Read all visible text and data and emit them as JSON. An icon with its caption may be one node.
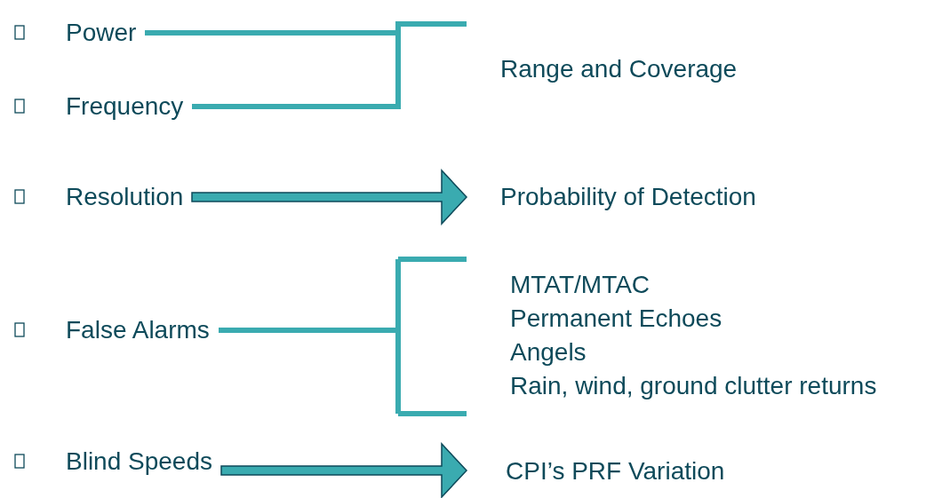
{
  "diagram": {
    "nodes": [
      {
        "text": [
          "Power"
        ]
      },
      {
        "text": [
          "Frequency"
        ]
      },
      {
        "text": [
          "Range and Coverage"
        ]
      },
      {
        "text": [
          "Resolution"
        ]
      },
      {
        "text": [
          "Probability of Detection"
        ]
      },
      {
        "text": [
          "False Alarms"
        ]
      },
      {
        "text": [
          "MTAT/MTAC",
          "Permanent Echoes",
          "Angels",
          "Rain, wind, ground clutter returns"
        ]
      },
      {
        "text": [
          "Blind Speeds"
        ]
      },
      {
        "text": [
          "CPI’s PRF Variation"
        ]
      }
    ],
    "edges": [
      {
        "from": 0,
        "to": 2,
        "arrow": "none"
      },
      {
        "from": 1,
        "to": 2,
        "arrow": "none"
      },
      {
        "from": 3,
        "to": 4,
        "arrow": "to"
      },
      {
        "from": 5,
        "to": 6,
        "arrow": "none"
      },
      {
        "from": 7,
        "to": 8,
        "arrow": "to"
      }
    ]
  }
}
